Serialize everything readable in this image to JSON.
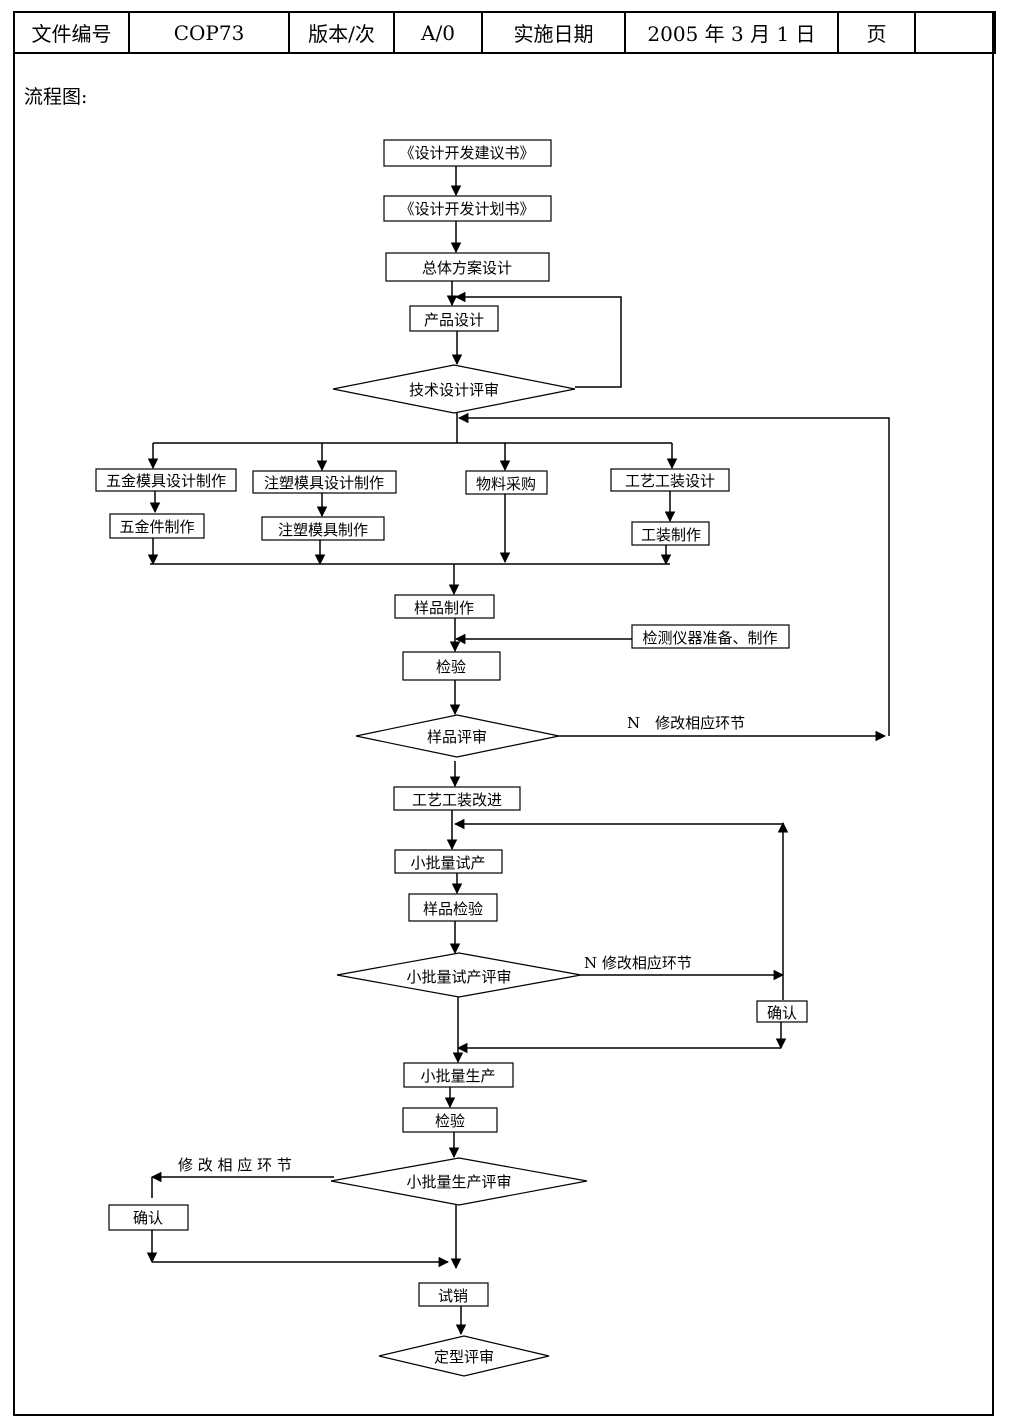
{
  "header": {
    "doc_no_label": "文件编号",
    "doc_no": "COP73",
    "version_label": "版本/次",
    "version": "A/0",
    "date_label": "实施日期",
    "date": "2005 年 3 月 1 日",
    "page_label": "页",
    "page": ""
  },
  "section_title": "流程图:",
  "flow": {
    "proposal": "《设计开发建议书》",
    "plan": "《设计开发计划书》",
    "overall_design": "总体方案设计",
    "product_design": "产品设计",
    "tech_review": "技术设计评审",
    "hardware_mold": "五金模具设计制作",
    "plastic_mold": "注塑模具设计制作",
    "material_purchase": "物料采购",
    "process_tooling": "工艺工装设计",
    "hardware_parts": "五金件制作",
    "plastic_mold_make": "注塑模具制作",
    "tooling_make": "工装制作",
    "sample_make": "样品制作",
    "instrument_prep": "检测仪器准备、制作",
    "inspection1": "检验",
    "sample_review": "样品评审",
    "modify_note1": "N　修改相应环节",
    "tooling_improve": "工艺工装改进",
    "pilot_trial": "小批量试产",
    "sample_inspect": "样品检验",
    "pilot_review": "小批量试产评审",
    "modify_note2": "N  修改相应环节",
    "confirm1": "确认",
    "small_batch": "小批量生产",
    "inspection2": "检验",
    "batch_review": "小批量生产评审",
    "modify_note3": "修 改 相 应 环 节",
    "confirm2": "确认",
    "trial_sale": "试销",
    "final_review": "定型评审"
  }
}
